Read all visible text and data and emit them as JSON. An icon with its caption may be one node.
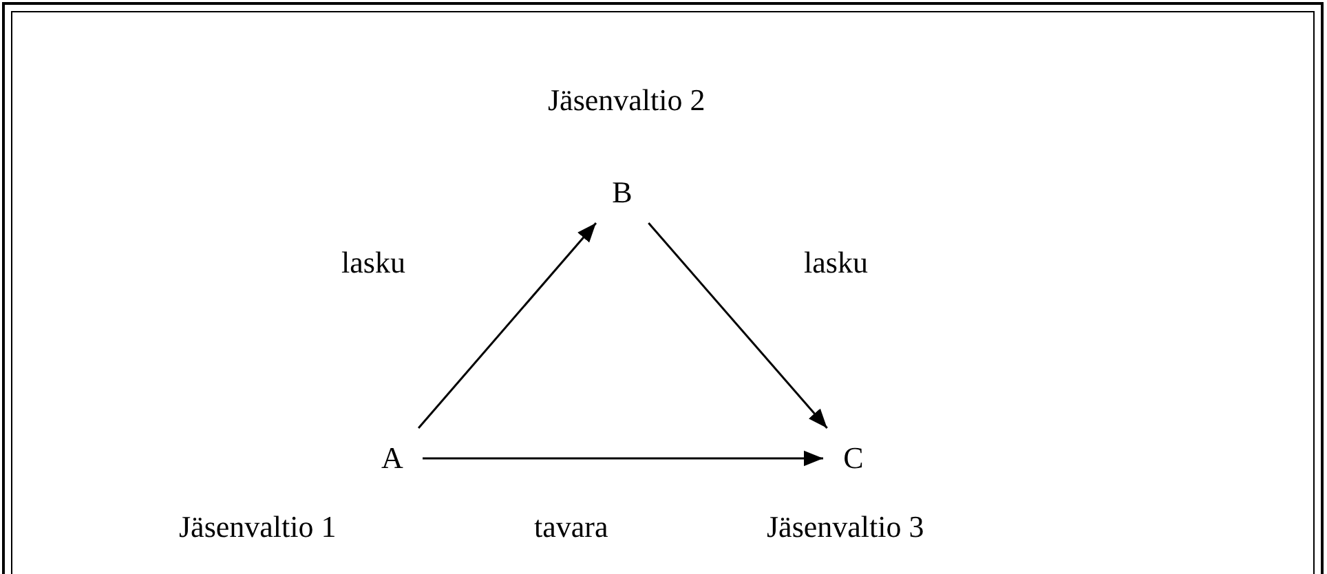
{
  "diagram": {
    "nodes": [
      {
        "text": [
          "A"
        ],
        "beside": [
          "Jäsenvaltio 1"
        ]
      },
      {
        "text": [
          "B"
        ],
        "beside": [
          "Jäsenvaltio 2"
        ]
      },
      {
        "text": [
          "C"
        ],
        "beside": [
          "Jäsenvaltio 3"
        ]
      }
    ],
    "edges": [
      {
        "from": 0,
        "to": 1,
        "arrow": "to",
        "label": "lasku"
      },
      {
        "from": 1,
        "to": 2,
        "arrow": "to",
        "label": "lasku"
      },
      {
        "from": 0,
        "to": 2,
        "arrow": "to",
        "label": "tavara"
      }
    ]
  }
}
